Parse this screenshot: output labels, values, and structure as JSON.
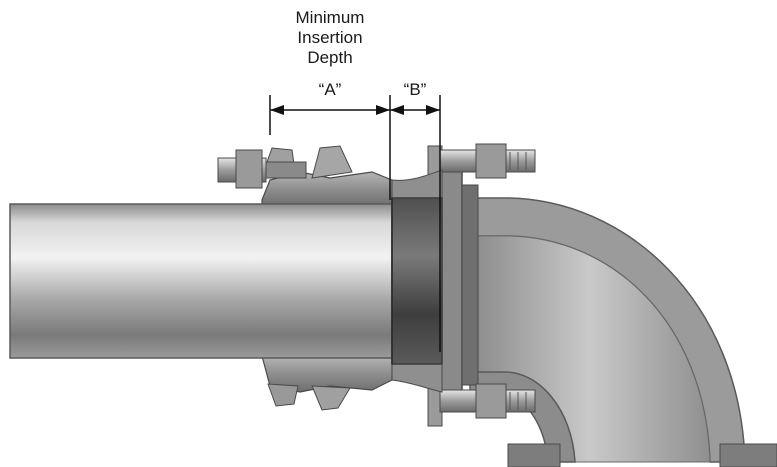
{
  "title": {
    "line1": "Minimum",
    "line2": "Insertion",
    "line3": "Depth"
  },
  "dimensions": {
    "a_label": "“A”",
    "b_label": "“B”"
  },
  "components": [
    "pipe",
    "coupling",
    "flange",
    "bolt",
    "elbow"
  ]
}
